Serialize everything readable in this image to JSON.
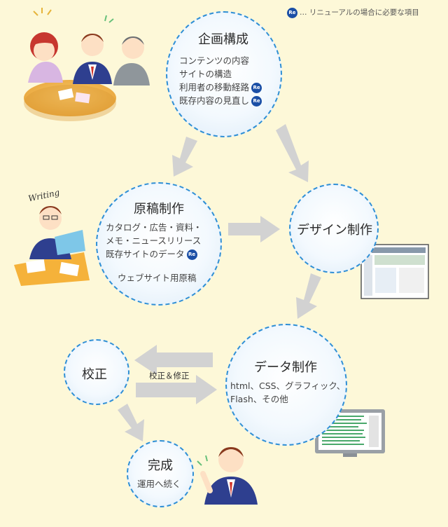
{
  "legend": {
    "badge": "Re",
    "text": "… リニューアルの場合に必要な項目"
  },
  "planning": {
    "title": "企画構成",
    "items": [
      "コンテンツの内容",
      "サイトの構造",
      "利用者の移動経路",
      "既存内容の見直し"
    ],
    "badge": "Re"
  },
  "manuscript": {
    "title": "原稿制作",
    "items": [
      "カタログ・広告・資料・",
      "メモ・ニュースリリース",
      "既存サイトのデータ"
    ],
    "badge": "Re",
    "output": "ウェブサイト用原稿"
  },
  "design": {
    "title": "デザイン制作"
  },
  "data_production": {
    "title": "データ制作",
    "items": [
      "html、CSS、グラフィック、",
      "Flash、その他"
    ]
  },
  "proofread": {
    "title": "校正"
  },
  "proof_edit_label": "校正＆修正",
  "complete": {
    "title": "完成",
    "sub": "運用へ続く"
  },
  "writing_label": "Writing",
  "colors": {
    "circle_border": "#2f8fd6",
    "arrow": "#d2d2d2",
    "background": "#fdf8d8",
    "badge": "#1b4fa6"
  }
}
